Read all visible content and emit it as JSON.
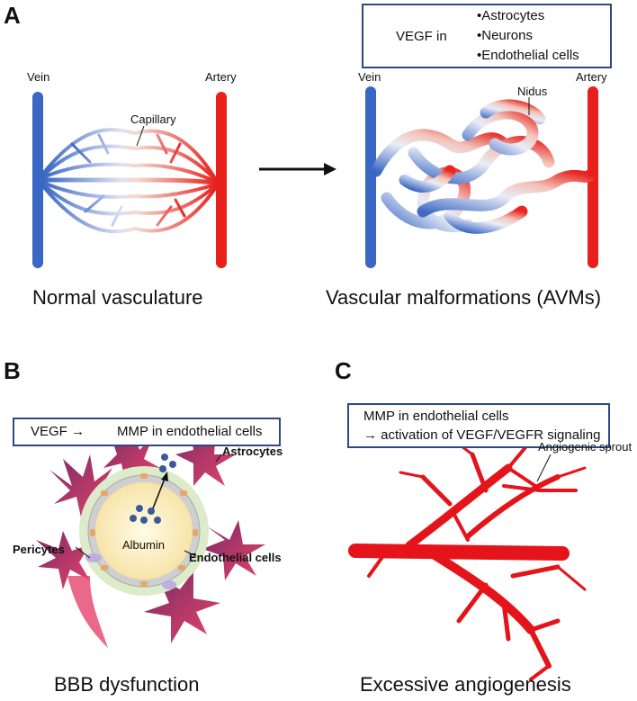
{
  "panel_a": {
    "letter": "A",
    "vein_left": "Vein",
    "artery_left": "Artery",
    "capillary": "Capillary",
    "caption_left": "Normal vasculature",
    "vein_right": "Vein",
    "artery_right": "Artery",
    "nidus": "Nidus",
    "caption_right": "Vascular malformations (AVMs)",
    "box": {
      "prefix": "VEGF in",
      "items": [
        "•Astrocytes",
        "•Neurons",
        "•Endothelial cells"
      ]
    }
  },
  "panel_b": {
    "letter": "B",
    "box_text_1": "VEGF →",
    "box_text_2": "MMP in endothelial cells",
    "astrocytes": "Astrocytes",
    "albumin": "Albumin",
    "pericytes": "Pericytes",
    "endothelial": "Endothelial cells",
    "caption": "BBB dysfunction"
  },
  "panel_c": {
    "letter": "C",
    "box_line_1": "MMP in endothelial cells",
    "box_line_2": "→ activation of VEGF/VEGFR signaling",
    "sprout": "Angiogenic sprout",
    "caption": "Excessive angiogenesis"
  },
  "colors": {
    "vein": "#3a67c4",
    "artery": "#e8201c",
    "box_border": "#2c4a80",
    "up_arrow": "#e8201c",
    "astrocyte": "#b03a68",
    "sprout": "#e4141a"
  }
}
